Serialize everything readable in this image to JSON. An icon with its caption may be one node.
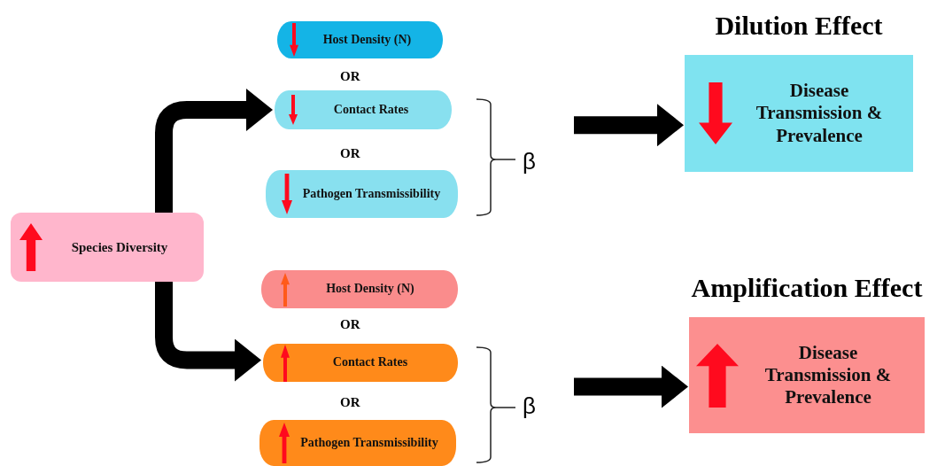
{
  "diagram": {
    "nodes": [
      {
        "text": [
          "Species Diversity"
        ]
      },
      {
        "text": [
          "Host Density (N)"
        ]
      },
      {
        "text": [
          "Contact Rates"
        ]
      },
      {
        "text": [
          "Pathogen Transmissibility"
        ]
      },
      {
        "text": [
          "Host Density (N)"
        ]
      },
      {
        "text": [
          "Contact Rates"
        ]
      },
      {
        "text": [
          "Pathogen Transmissibility"
        ]
      },
      {
        "text": [
          "Dilution Effect",
          "Disease Transmission & Prevalence"
        ]
      },
      {
        "text": [
          "Amplification Effect",
          "Disease Transmission & Prevalence"
        ]
      }
    ],
    "edges": [
      {
        "from": 0,
        "to": 2,
        "arrow": "to"
      },
      {
        "from": 0,
        "to": 5,
        "arrow": "to"
      },
      {
        "from": null,
        "to": 7,
        "arrow": "to"
      },
      {
        "from": null,
        "to": 8,
        "arrow": "to"
      }
    ],
    "labels": [
      "OR",
      "OR",
      "β",
      "OR",
      "OR",
      "β"
    ]
  }
}
